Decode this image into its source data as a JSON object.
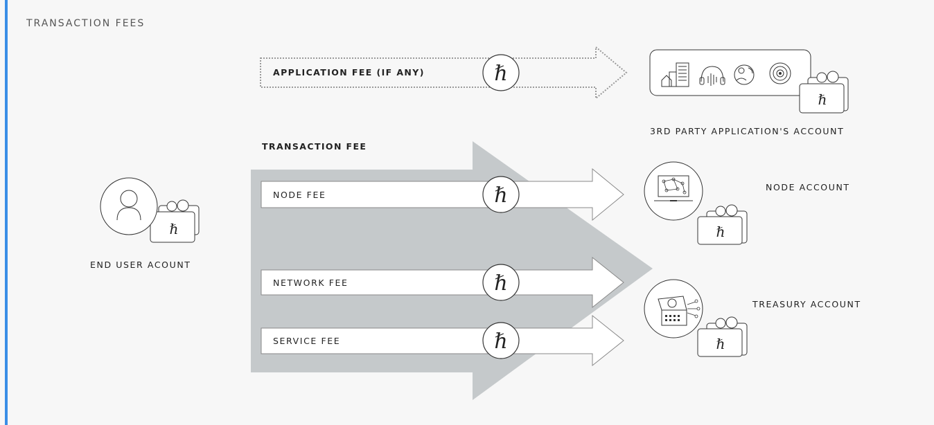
{
  "title": "TRANSACTION FEES",
  "application_fee": {
    "label": "APPLICATION FEE (IF ANY)"
  },
  "transaction_fee": {
    "label": "TRANSACTION FEE",
    "items": [
      {
        "label": "NODE FEE"
      },
      {
        "label": "NETWORK FEE"
      },
      {
        "label": "SERVICE FEE"
      }
    ]
  },
  "accounts": {
    "end_user": "END USER ACOUNT",
    "third_party": "3RD PARTY APPLICATION'S ACCOUNT",
    "node": "NODE ACCOUNT",
    "treasury": "TREASURY ACCOUNT"
  },
  "hbar_symbol": "ℏ",
  "colors": {
    "accent_bar": "#3a8ee6",
    "big_arrow": "#c5c9cb",
    "background": "#f7f7f7"
  },
  "icons": [
    "user-icon",
    "wallet-icon",
    "hbar-coin-icon",
    "building-icon",
    "headphones-icon",
    "chat-icon",
    "target-icon",
    "laptop-network-icon",
    "treasure-chest-icon"
  ]
}
